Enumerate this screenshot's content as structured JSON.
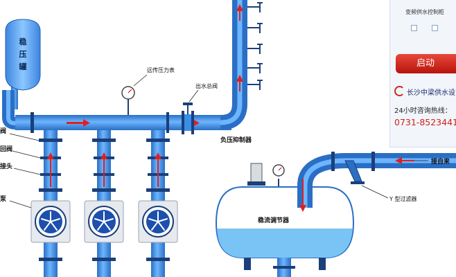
{
  "labels": {
    "stabilizer_tank": [
      "稳",
      "压",
      "罐"
    ],
    "remote_gauge": "远传压力表",
    "outlet_valve": "出水总阀",
    "negative_pressure_suppressor": "负压抑制器",
    "inlet": "接自来",
    "y_filter": "Y 型过滤器",
    "flow_regulator": "稳流调节器",
    "left_valve": "阀",
    "left_check_valve": "回阀",
    "left_joint": "接头",
    "left_pump": "泵"
  },
  "control_panel": {
    "title": "变频供水控制柜",
    "start_label": "启动",
    "brand": "长沙中梁供水设",
    "hotline_label": "24小时咨询热线：",
    "hotline": "0731-8523441"
  },
  "colors": {
    "pipe": "#3b8ee8",
    "pipe_dark": "#2a6fc4",
    "arrow": "#e02020",
    "water": "#7ac4f5",
    "flange": "#1b3f7a",
    "button": "#d4281e"
  }
}
